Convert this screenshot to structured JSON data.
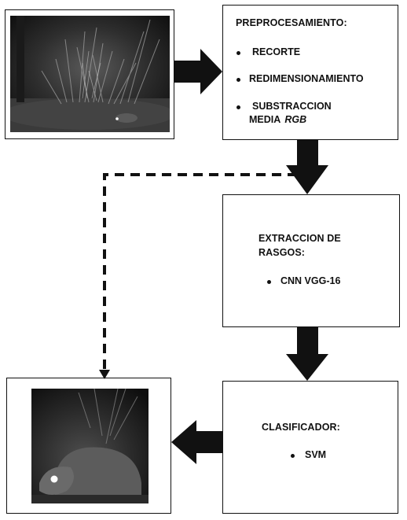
{
  "steps": {
    "preprocessing": {
      "title": "PREPROCESAMIENTO:",
      "items": [
        "RECORTE",
        "REDIMENSIONAMIENTO",
        "SUBSTRACCION",
        "MEDIA"
      ],
      "item_suffix_italic": "RGB"
    },
    "feature_extraction": {
      "title_line1": "EXTRACCION DE",
      "title_line2": "RASGOS:",
      "items": [
        "CNN VGG-16"
      ]
    },
    "classifier": {
      "title": "CLASIFICADOR:",
      "items": [
        "SVM"
      ]
    }
  },
  "icons": {
    "input_photo": "camera-trap-night-scene",
    "output_photo": "camera-trap-animal-closeup"
  },
  "colors": {
    "stroke": "#111111",
    "background": "#ffffff"
  }
}
